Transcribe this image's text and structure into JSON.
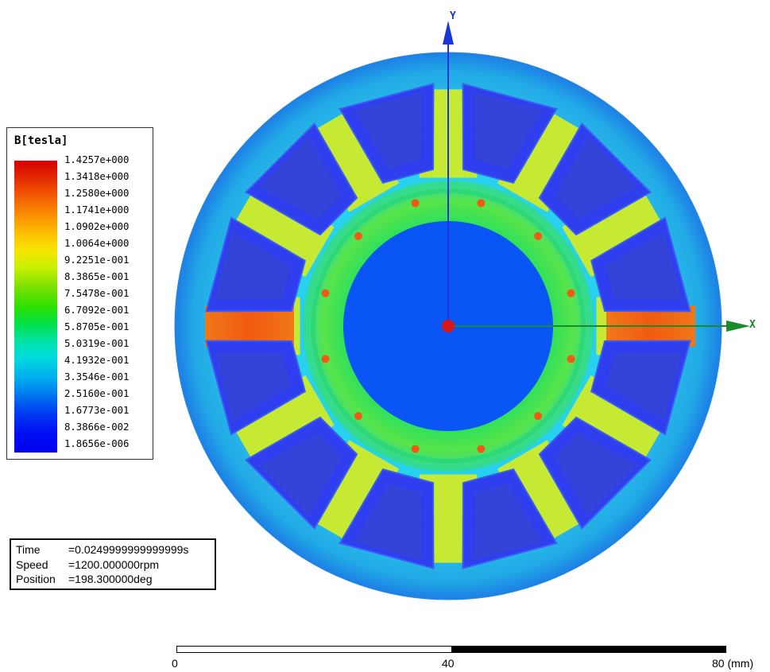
{
  "legend": {
    "title": "B[tesla]",
    "values": [
      "1.4257e+000",
      "1.3418e+000",
      "1.2580e+000",
      "1.1741e+000",
      "1.0902e+000",
      "1.0064e+000",
      "9.2251e-001",
      "8.3865e-001",
      "7.5478e-001",
      "6.7092e-001",
      "5.8705e-001",
      "5.0319e-001",
      "4.1932e-001",
      "3.3546e-001",
      "2.5160e-001",
      "1.6773e-001",
      "8.3866e-002",
      "1.8656e-006"
    ]
  },
  "info": {
    "time_key": "Time",
    "time_value": "=0.0249999999999999s",
    "speed_key": "Speed",
    "speed_value": "=1200.000000rpm",
    "position_key": "Position",
    "position_value": "=198.300000deg"
  },
  "axes": {
    "x_label": "X",
    "y_label": "Y"
  },
  "scale_bar": {
    "label_0": "0",
    "label_40": "40",
    "label_80": "80 (mm)"
  },
  "colors": {
    "slot_blue": "#2f3ff0",
    "rotor_blue": "#0a55f5",
    "yoke_cyan": "#22c4e8",
    "tooth_yellow": "#c8ec30",
    "hot_orange": "#f06a10",
    "axis_blue": "#1a35d8",
    "axis_green": "#1a8a2a"
  }
}
